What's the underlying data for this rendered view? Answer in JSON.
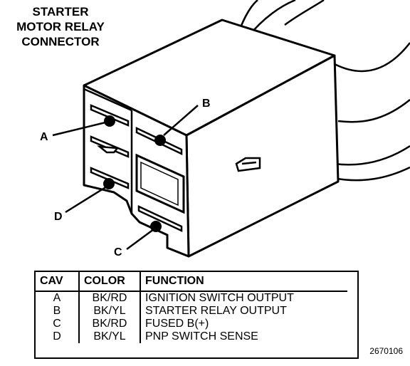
{
  "title": {
    "line1": "STARTER",
    "line2": "MOTOR RELAY",
    "line3": "CONNECTOR"
  },
  "callouts": {
    "a": "A",
    "b": "B",
    "c": "C",
    "d": "D"
  },
  "table": {
    "headers": {
      "cav": "CAV",
      "color": "COLOR",
      "function": "FUNCTION"
    },
    "rows": [
      {
        "cav": "A",
        "color": "BK/RD",
        "function": "IGNITION SWITCH OUTPUT"
      },
      {
        "cav": "B",
        "color": "BK/YL",
        "function": "STARTER RELAY OUTPUT"
      },
      {
        "cav": "C",
        "color": "BK/RD",
        "function": "FUSED B(+)"
      },
      {
        "cav": "D",
        "color": "BK/YL",
        "function": "PNP SWITCH SENSE"
      }
    ]
  },
  "figure_number": "2670106"
}
